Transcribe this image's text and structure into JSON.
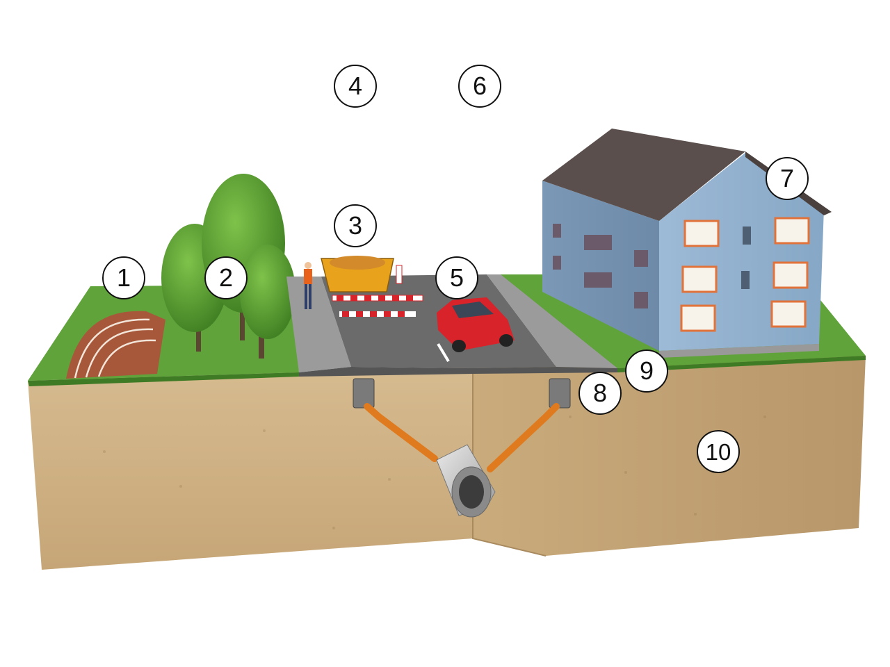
{
  "markers": [
    {
      "id": "1",
      "label": "1"
    },
    {
      "id": "2",
      "label": "2"
    },
    {
      "id": "3",
      "label": "3"
    },
    {
      "id": "4",
      "label": "4"
    },
    {
      "id": "5",
      "label": "5"
    },
    {
      "id": "6",
      "label": "6"
    },
    {
      "id": "7",
      "label": "7"
    },
    {
      "id": "8",
      "label": "8"
    },
    {
      "id": "9",
      "label": "9"
    },
    {
      "id": "10",
      "label": "10"
    }
  ],
  "colors": {
    "grass": "#5fa33a",
    "soil": "#cfb287",
    "soil_dark": "#b89a6e",
    "asphalt": "#6b6b6b",
    "pavement": "#9a9a9a",
    "track": "#a8583a",
    "building": "#8aaecd",
    "roof": "#5a4f4c",
    "pipe": "#e07a1e",
    "car": "#d8232a",
    "skip": "#e8a21c"
  }
}
